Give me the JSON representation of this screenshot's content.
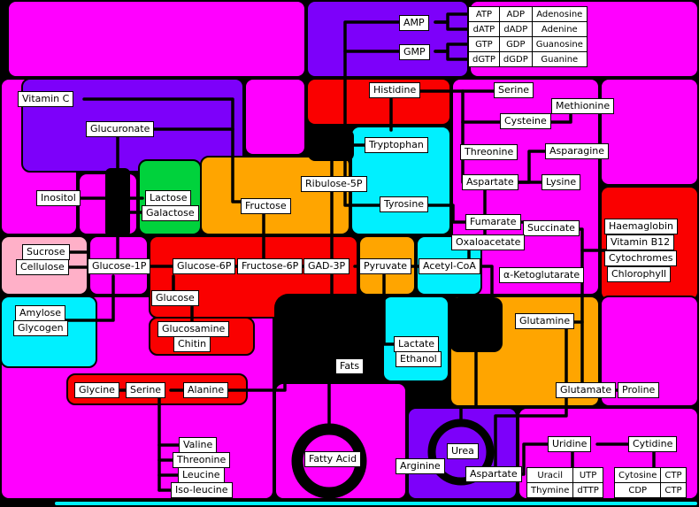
{
  "colors": {
    "magenta": "#ff00ff",
    "purple": "#7d00fa",
    "red": "#fa0000",
    "orange": "#ffa500",
    "cyan": "#00f0ff",
    "green": "#00d23c",
    "pink": "#ffb0c8",
    "black": "#000000",
    "white": "#ffffff"
  },
  "nodes": {
    "amp": "AMP",
    "gmp": "GMP",
    "vitamin_c": "Vitamin C",
    "glucuronate": "Glucuronate",
    "inositol": "Inositol",
    "lactose": "Lactose",
    "galactose": "Galactose",
    "sucrose": "Sucrose",
    "cellulose": "Cellulose",
    "glucose_1p": "Glucose-1P",
    "amylose": "Amylose",
    "glycogen": "Glycogen",
    "glucose_6p": "Glucose-6P",
    "fructose_6p": "Fructose-6P",
    "gad_3p": "GAD-3P",
    "pyruvate": "Pyruvate",
    "acetyl_coa": "Acetyl-CoA",
    "glucose": "Glucose",
    "glucosamine": "Glucosamine",
    "chitin": "Chitin",
    "fructose": "Fructose",
    "ribulose_5p": "Ribulose-5P",
    "histidine": "Histidine",
    "tryptophan": "Tryptophan",
    "tyrosine": "Tyrosine",
    "serine_top": "Serine",
    "methionine": "Methionine",
    "cysteine": "Cysteine",
    "threonine_top": "Threonine",
    "asparagine": "Asparagine",
    "aspartate_top": "Aspartate",
    "lysine": "Lysine",
    "fumarate": "Fumarate",
    "succinate": "Succinate",
    "oxaloacetate": "Oxaloacetate",
    "alpha_ketoglutarate": "α-Ketoglutarate",
    "glutamine": "Glutamine",
    "glutamate": "Glutamate",
    "proline": "Proline",
    "haemaglobin": "Haemaglobin",
    "vitamin_b12": "Vitamin B12",
    "cytochromes": "Cytochromes",
    "chlorophyll": "Chlorophyll",
    "lactate": "Lactate",
    "ethanol": "Ethanol",
    "fats": "Fats",
    "glycine": "Glycine",
    "serine_bottom": "Serine",
    "alanine": "Alanine",
    "valine": "Valine",
    "threonine_bottom": "Threonine",
    "leucine": "Leucine",
    "iso_leucine": "Iso-leucine",
    "fatty_acid": "Fatty Acid",
    "arginine": "Arginine",
    "urea": "Urea",
    "aspartate_bottom": "Aspartate",
    "uridine": "Uridine",
    "cytidine": "Cytidine"
  },
  "nucleotide_table": [
    [
      "ATP",
      "ADP",
      "Adenosine"
    ],
    [
      "dATP",
      "dADP",
      "Adenine"
    ],
    [
      "GTP",
      "GDP",
      "Guanosine"
    ],
    [
      "dGTP",
      "dGDP",
      "Guanine"
    ]
  ],
  "uridine_table": [
    [
      "Uracil",
      "UTP"
    ],
    [
      "Thymine",
      "dTTP"
    ]
  ],
  "cytidine_table": [
    [
      "Cytosine",
      "CTP"
    ],
    [
      "CDP",
      "CTP"
    ]
  ]
}
